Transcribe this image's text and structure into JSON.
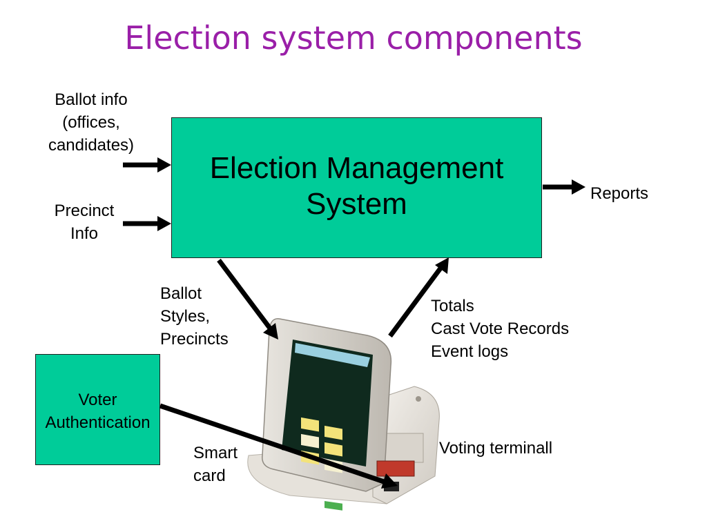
{
  "title": "Election system components",
  "ems": {
    "lines": [
      "Election Management",
      "System"
    ]
  },
  "inputs": {
    "ballot_info": [
      "Ballot info",
      "(offices,",
      "candidates)"
    ],
    "precinct_info": [
      "Precinct",
      "Info"
    ]
  },
  "outputs": {
    "reports": "Reports"
  },
  "flows": {
    "to_terminal": [
      "Ballot",
      "Styles,",
      "Precincts"
    ],
    "from_terminal": [
      "Totals",
      "Cast Vote Records",
      "Event logs"
    ]
  },
  "voter_auth": {
    "lines": [
      "Voter",
      "Authentication"
    ]
  },
  "smart_card": [
    "Smart",
    "card"
  ],
  "terminal": {
    "label": "Voting terminall"
  },
  "colors": {
    "title": "#9a1fa8",
    "box_fill": "#00cc99"
  }
}
